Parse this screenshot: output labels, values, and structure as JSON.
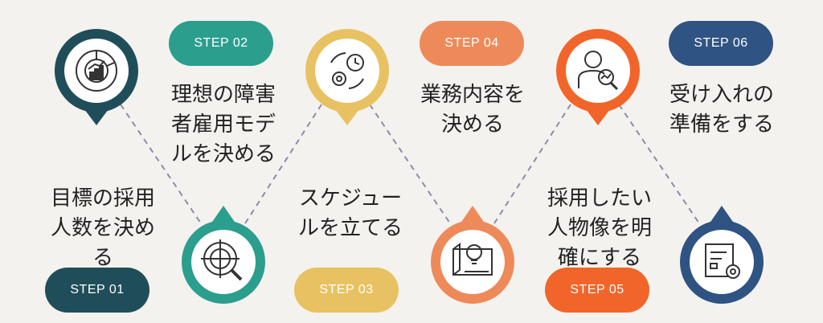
{
  "colors": {
    "step1": "#1f4e5a",
    "step2": "#2b9e8e",
    "step3": "#e8c262",
    "step4": "#ee8a5a",
    "step5": "#f2652a",
    "step6": "#2f5382",
    "connector": "#8a8da8",
    "text": "#222222"
  },
  "steps": [
    {
      "label": "STEP 01",
      "text": "目標の採用\n人数を決め\nる",
      "icon": "pie-chart-icon"
    },
    {
      "label": "STEP 02",
      "text": "理想の障害\n者雇用モデ\nルを決める",
      "icon": "target-search-icon"
    },
    {
      "label": "STEP 03",
      "text": "スケジュー\nルを立てる",
      "icon": "schedule-cycle-icon"
    },
    {
      "label": "STEP 04",
      "text": "業務内容を\n決める",
      "icon": "blueprint-idea-icon"
    },
    {
      "label": "STEP 05",
      "text": "採用したい\n人物像を明\n確にする",
      "icon": "person-analysis-icon"
    },
    {
      "label": "STEP 06",
      "text": "受け入れの\n準備をする",
      "icon": "document-gear-icon"
    }
  ]
}
